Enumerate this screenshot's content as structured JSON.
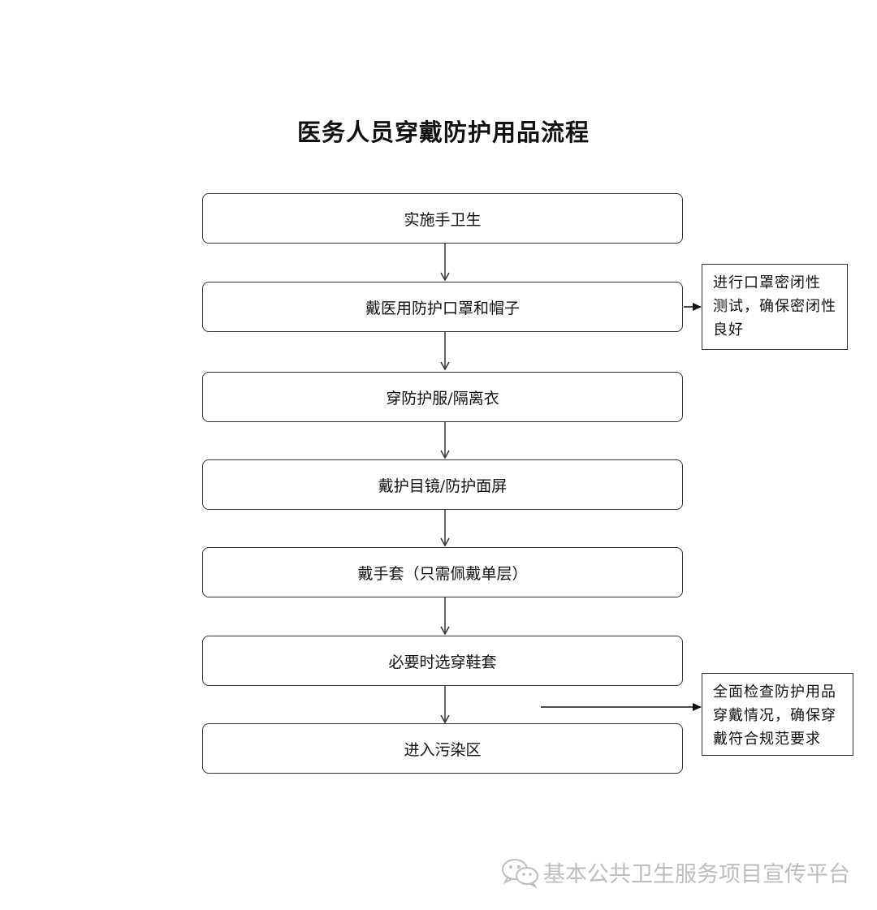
{
  "title": "医务人员穿戴防护用品流程",
  "steps": [
    "实施手卫生",
    "戴医用防护口罩和帽子",
    "穿防护服/隔离衣",
    "戴护目镜/防护面屏",
    "戴手套（只需佩戴单层）",
    "必要时选穿鞋套",
    "进入污染区"
  ],
  "notes": {
    "seal_check": [
      "进行口罩密闭性",
      "测试，确保密闭性",
      "良好"
    ],
    "full_check": [
      "全面检查防护用品",
      "穿戴情况，确保穿",
      "戴符合规范要求"
    ]
  },
  "watermark": {
    "text": "基本公共卫生服务项目宣传平台",
    "icon": "wechat-icon"
  },
  "colors": {
    "line": "#333333",
    "text": "#111111",
    "watermark": "#bdbdbd"
  }
}
